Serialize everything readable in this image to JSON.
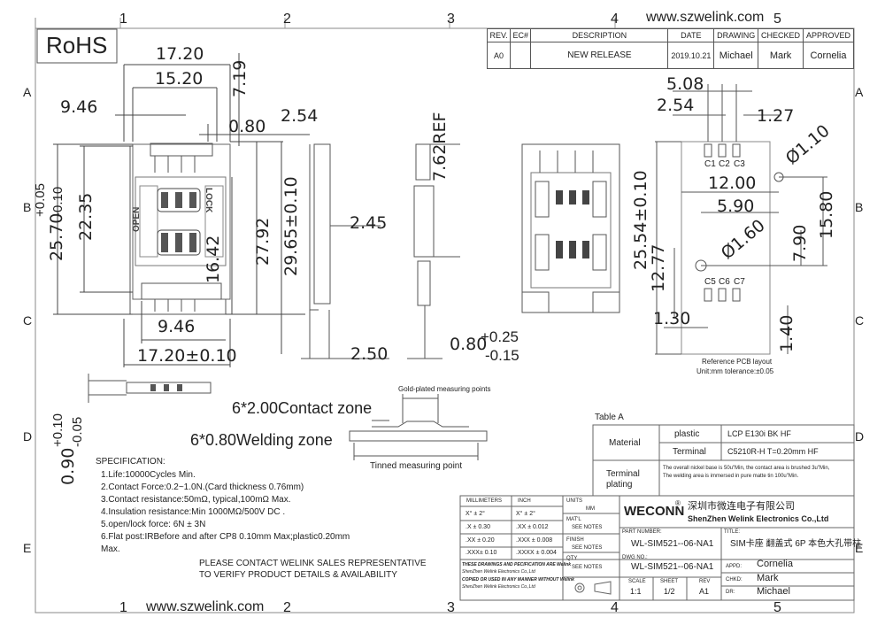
{
  "header": {
    "site_url": "www.szwelink.com",
    "rohs": "RoHS",
    "col_marks": [
      "1",
      "2",
      "3",
      "4",
      "5"
    ],
    "row_marks": [
      "A",
      "B",
      "C",
      "D",
      "E"
    ]
  },
  "revision": {
    "headers": [
      "REV.",
      "EC#",
      "DESCRIPTION",
      "DATE",
      "DRAWING",
      "CHECKED",
      "APPROVED"
    ],
    "row": [
      "A0",
      "",
      "NEW RELEASE",
      "2019.10.21",
      "Michael",
      "Mark",
      "Cornelia"
    ]
  },
  "dims_left": {
    "w1720": "17.20",
    "w1520": "15.20",
    "h719": "7.19",
    "w946": "9.46",
    "w080": "0.80",
    "w254": "2.54",
    "h2570": "25.70",
    "h2570_plus": "+0.05",
    "h2570_minus": "-0.10",
    "h2235": "22.35",
    "h1642": "16.42",
    "h2792": "27.92",
    "h2965": "29.65±0.10",
    "w245": "2.45",
    "w946b": "9.46",
    "w1720b": "17.20±0.10",
    "w250": "2.50",
    "h762": "7.62REF",
    "w080b": "0.80",
    "w080b_plus": "+0.25",
    "w080b_minus": "-0.15",
    "h090": "0.90",
    "h090_plus": "+0.10",
    "h090_minus": "-0.05",
    "open": "OPEN",
    "lock": "LOCK"
  },
  "pcb": {
    "d508": "5.08",
    "d254": "2.54",
    "d127": "1.27",
    "d110": "Ø1.10",
    "d1200": "12.00",
    "d590": "5.90",
    "d2554": "25.54±0.10",
    "d1277": "12.77",
    "d160": "Ø1.60",
    "d790": "7.90",
    "d1580": "15.80",
    "d130": "1.30",
    "d140": "1.40",
    "c_top": [
      "C1",
      "C2",
      "C3"
    ],
    "c_bot": [
      "C5",
      "C6",
      "C7"
    ],
    "caption": "Reference PCB layout",
    "tol": "Unit:mm tolerance:±0.05"
  },
  "zones": {
    "gold": "Gold-plated measuring points",
    "contact": "6*2.00Contact zone",
    "welding": "6*0.80Welding zone",
    "tinned": "Tinned measuring point"
  },
  "table_a": {
    "title": "Table A",
    "material": "Material",
    "plastic": "plastic",
    "plastic_val": "LCP E130i BK HF",
    "terminal": "Terminal",
    "terminal_val": "C5210R-H T=0.20mm HF",
    "plating": "Terminal plating",
    "plating_val1": "The overall nickel base is 50u\"Min, the contact area is brushed 3u\"Min,",
    "plating_val2": "The welding area is immersed in pure matte tin 100u\"Min."
  },
  "spec": {
    "title": "SPECIFICATION:",
    "lines": [
      "1.Life:10000Cycles Min.",
      "2.Contact Force:0.2~1.0N.(Card thickness 0.76mm)",
      "3.Contact resistance:50mΩ, typical,100mΩ Max.",
      "4.Insulation resistance:Min 1000MΩ/500V DC .",
      "5.open/lock force: 6N ± 3N",
      "6.Flat post:IRBefore and after CP8 0.10mm Max;plastic0.20mm",
      "Max."
    ],
    "contact1": "PLEASE CONTACT WELINK SALES REPRESENTATIVE",
    "contact2": "TO VERIFY PRODUCT DETAILS & AVAILABILITY"
  },
  "title_block": {
    "mm": "MILLIMETERS",
    "inch": "INCH",
    "units": "UNITS",
    "units_val": "MM",
    "t1a": "X°  ± 2°",
    "t1b": "X°  ± 2°",
    "t2a": ".X   ± 0.30",
    "t2b": ".XX  ± 0.012",
    "t3a": ".XX  ± 0.20",
    "t3b": ".XXX ± 0.008",
    "t4a": ".XXX± 0.10",
    "t4b": ".XXXX ± 0.004",
    "matl": "MAT'L",
    "see1": "SEE NOTES",
    "finish": "FINISH",
    "see2": "SEE NOTES",
    "qty": "QTY",
    "see3": "SEE NOTES",
    "legal1": "THESE DRAWINGS AND PECIFICATION ARE Welink",
    "legal2": "ShenZhen Welink Electronics Co.,Ltd",
    "legal3": "COPIED OR USED IN ANY MANNER WITHOUT Welink",
    "legal4": "ShenZhen Welink Electronics Co.,Ltd",
    "brand": "WECONN",
    "reg": "®",
    "company_cn": "深圳市微连电子有限公司",
    "company_en": "ShenZhen Welink Electronics Co.,Ltd",
    "partno_label": "PART NUMBER:",
    "partno": "WL-SIM521--06-NA1",
    "title_label": "TITLE:",
    "title": "SIM卡座 翻盖式 6P 本色大孔带柱",
    "dwg_label": "DWG NO.:",
    "dwg": "WL-SIM521--06-NA1",
    "scale_label": "SCALE",
    "scale": "1:1",
    "sheet_label": "SHEET",
    "sheet": "1/2",
    "rev_label": "REV",
    "rev": "A1",
    "appd_label": "APPD:",
    "appd": "Cornelia",
    "chkd_label": "CHKD:",
    "chkd": "Mark",
    "dr_label": "DR:",
    "dr": "Michael"
  },
  "footer": {
    "site_url": "www.szwelink.com"
  }
}
